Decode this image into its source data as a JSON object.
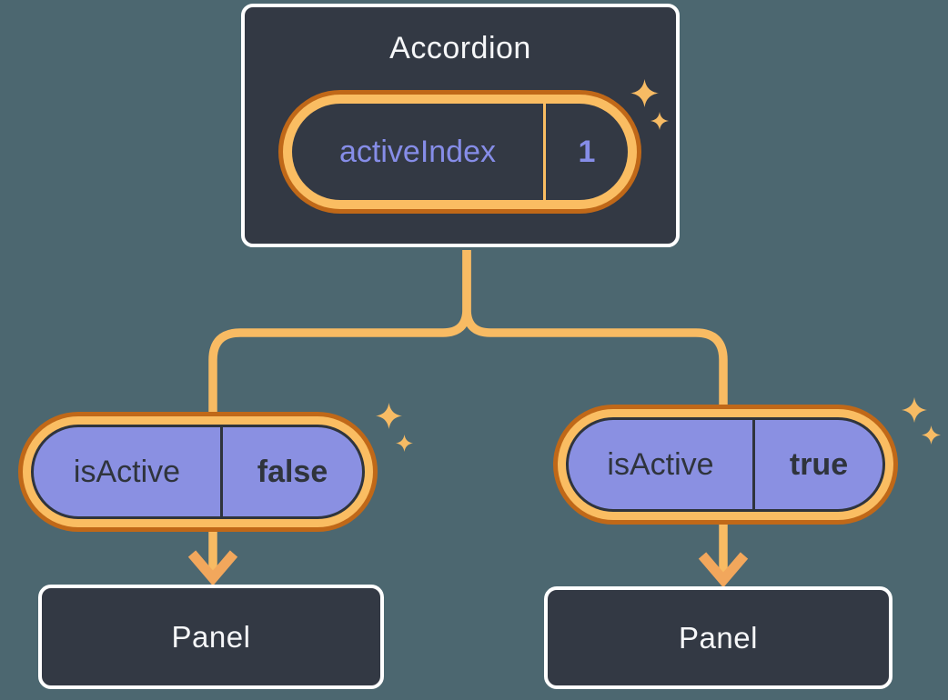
{
  "colors": {
    "background": "#4C6770",
    "card-bg": "#333944",
    "card-border": "#FFFFFF",
    "card-text": "#F6F7F9",
    "purple": "#8A90E2",
    "purple-text": "#868DE8",
    "orange-light": "#FABD62",
    "orange-dark": "#C06818",
    "line": "#F8BB63",
    "arrow": "#F2A75C",
    "sparkle": "#F7BB64",
    "pill-dark-text": "#2F343C",
    "pill-dark-border": "#2F343C"
  },
  "accordion": {
    "title": "Accordion",
    "state": {
      "label": "activeIndex",
      "value": "1"
    }
  },
  "children": [
    {
      "prop": {
        "label": "isActive",
        "value": "false"
      },
      "panel": {
        "title": "Panel"
      }
    },
    {
      "prop": {
        "label": "isActive",
        "value": "true"
      },
      "panel": {
        "title": "Panel"
      }
    }
  ]
}
